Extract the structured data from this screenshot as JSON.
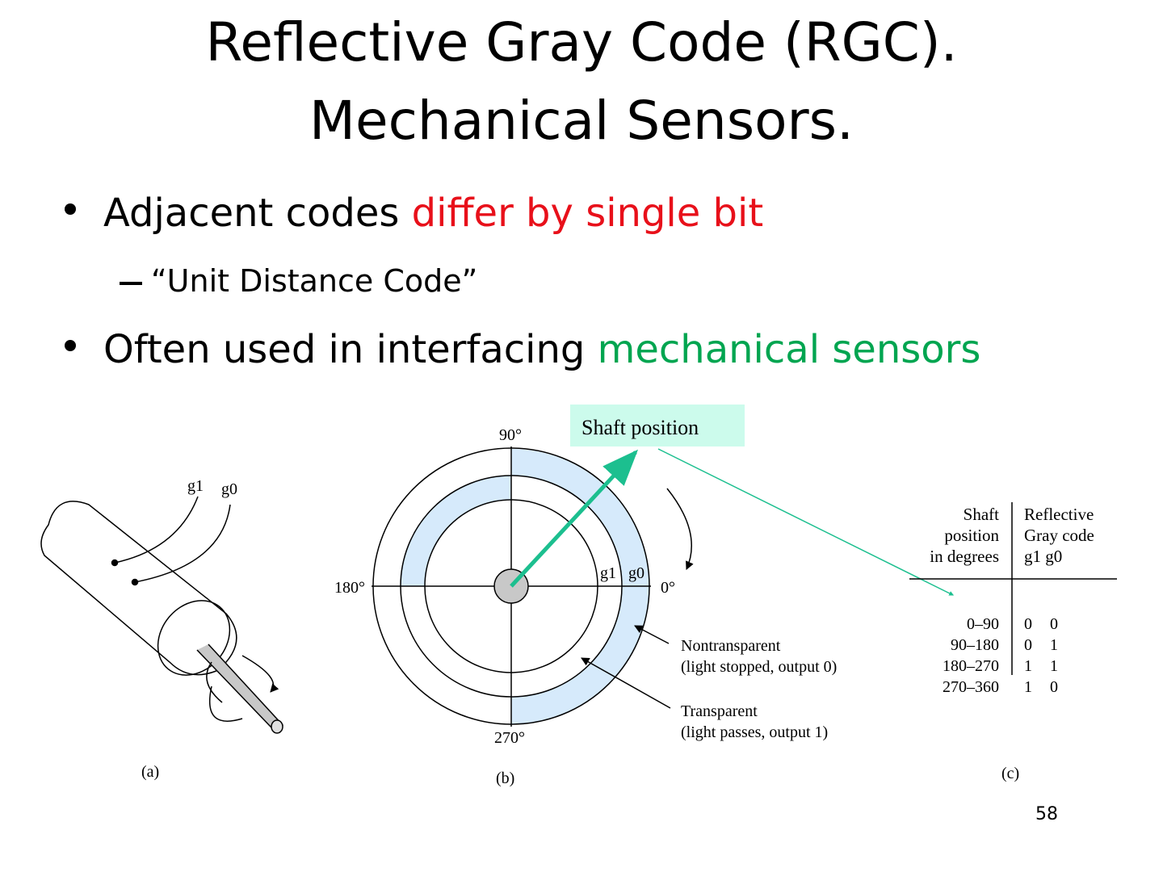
{
  "title": {
    "line1": "Reflective Gray Code (RGC).",
    "line2": "Mechanical Sensors."
  },
  "bullets": [
    {
      "text": "Adjacent codes ",
      "highlight": "differ by single bit",
      "highlight_color": "#e8101a"
    },
    {
      "text": "Often used in interfacing ",
      "highlight": "mechanical sensors",
      "highlight_color": "#00a550"
    }
  ],
  "sub_bullet": "“Unit Distance Code”",
  "figure": {
    "a": {
      "g1": "g1",
      "g0": "g0",
      "caption": "(a)"
    },
    "b": {
      "deg90": "90°",
      "deg180": "180°",
      "deg0": "0°",
      "deg270": "270°",
      "g1": "g1",
      "g0": "g0",
      "nontransparent_1": "Nontransparent",
      "nontransparent_2": "(light stopped, output 0)",
      "transparent_1": "Transparent",
      "transparent_2": "(light passes, output 1)",
      "caption": "(b)"
    },
    "callout": "Shaft position",
    "c": {
      "header_left": [
        "Shaft",
        "position",
        "in degrees"
      ],
      "header_right": [
        "Reflective",
        "Gray code",
        "g1 g0"
      ],
      "rows": [
        {
          "range": "0–90",
          "g1": "0",
          "g0": "0"
        },
        {
          "range": "90–180",
          "g1": "0",
          "g0": "1"
        },
        {
          "range": "180–270",
          "g1": "1",
          "g0": "1"
        },
        {
          "range": "270–360",
          "g1": "1",
          "g0": "0"
        }
      ],
      "caption": "(c)"
    }
  },
  "page_number": "58",
  "colors": {
    "ring_fill": "#d6eafb",
    "arrow": "#1cbf8f",
    "callout_bg": "#ccfbec"
  }
}
